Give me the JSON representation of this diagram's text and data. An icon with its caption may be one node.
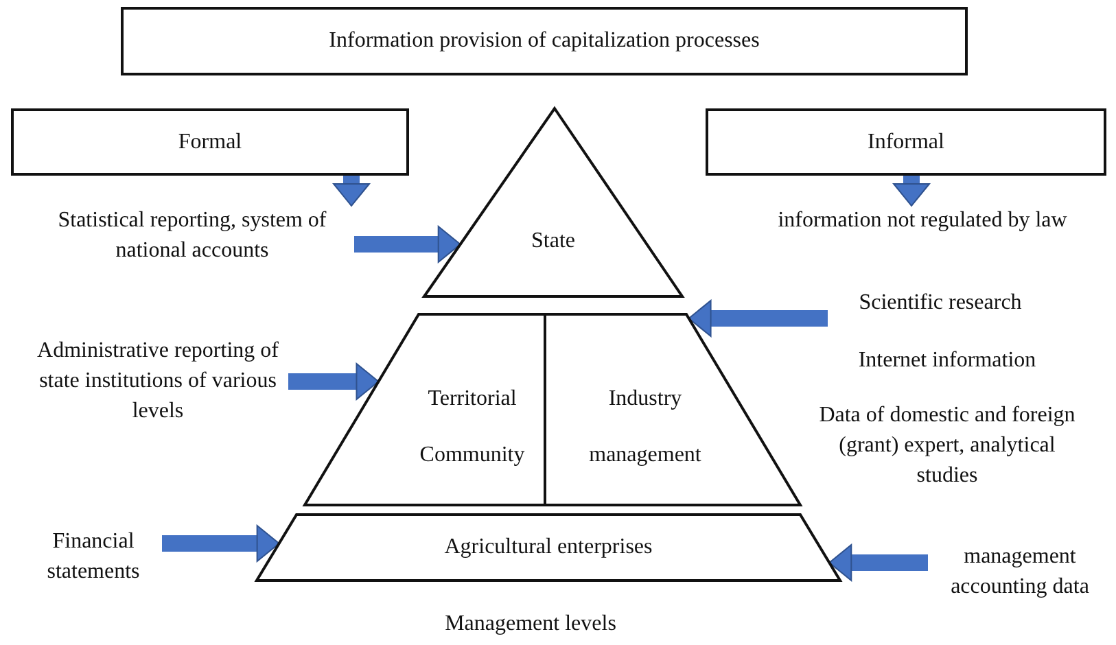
{
  "diagram": {
    "nodes": [
      {
        "text": [
          "Information provision of capitalization processes"
        ]
      },
      {
        "text": [
          "Formal"
        ]
      },
      {
        "text": [
          "Informal"
        ]
      },
      {
        "text": [
          "Statistical reporting, system of national accounts"
        ]
      },
      {
        "text": [
          "State"
        ]
      },
      {
        "text": [
          "Administrative reporting of state institutions of various levels"
        ]
      },
      {
        "text": [
          "Territorial Community",
          "Industry management"
        ]
      },
      {
        "text": [
          "Financial statements"
        ]
      },
      {
        "text": [
          "Agricultural enterprises"
        ]
      },
      {
        "text": [
          "information not regulated by law"
        ]
      },
      {
        "text": [
          "Scientific research"
        ]
      },
      {
        "text": [
          "Internet information"
        ]
      },
      {
        "text": [
          "Data of domestic and foreign (grant) expert, analytical studies"
        ]
      },
      {
        "text": [
          "management accounting data"
        ]
      }
    ],
    "edges": [
      {
        "from": 1,
        "to": 3,
        "arrow": "to"
      },
      {
        "from": 2,
        "to": 9,
        "arrow": "to"
      },
      {
        "from": 3,
        "to": 4,
        "arrow": "to"
      },
      {
        "from": 5,
        "to": 6,
        "arrow": "to"
      },
      {
        "from": 7,
        "to": 8,
        "arrow": "to"
      },
      {
        "from": 10,
        "to": 6,
        "arrow": "to"
      },
      {
        "from": 13,
        "to": 8,
        "arrow": "to"
      }
    ],
    "labels": [
      "Management levels"
    ]
  }
}
